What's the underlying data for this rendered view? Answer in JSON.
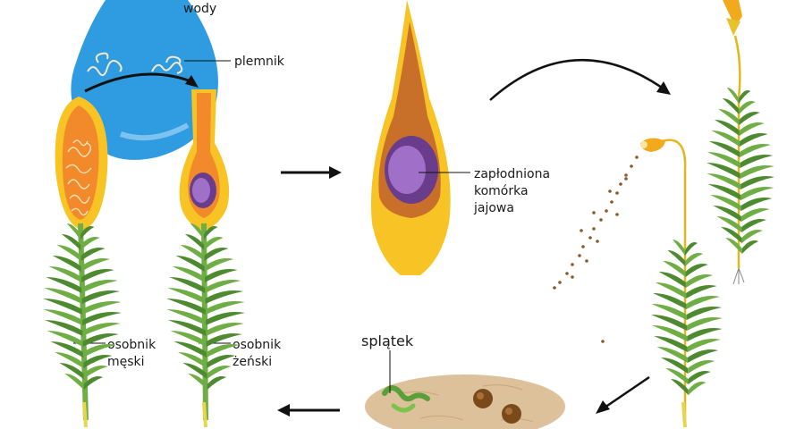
{
  "labels": {
    "water": "wody",
    "sperm": "plemnik",
    "fertilized_line1": "zapłodniona",
    "fertilized_line2": "komórka",
    "fertilized_line3": "jajowa",
    "male_line1": "osobnik",
    "male_line2": "męski",
    "female_line1": "osobnik",
    "female_line2": "żeński",
    "protonema": "splątek"
  },
  "colors": {
    "water": "#2f9be0",
    "gametangium_outer": "#f7c325",
    "gametangium_inner": "#f28a2c",
    "egg_outer": "#6a3c8c",
    "egg_inner": "#a070c8",
    "leaf_dark": "#4e8a2f",
    "leaf_light": "#6fae45",
    "soil": "#dcc19a",
    "spore": "#8a5a2a",
    "arrow": "#111111"
  }
}
